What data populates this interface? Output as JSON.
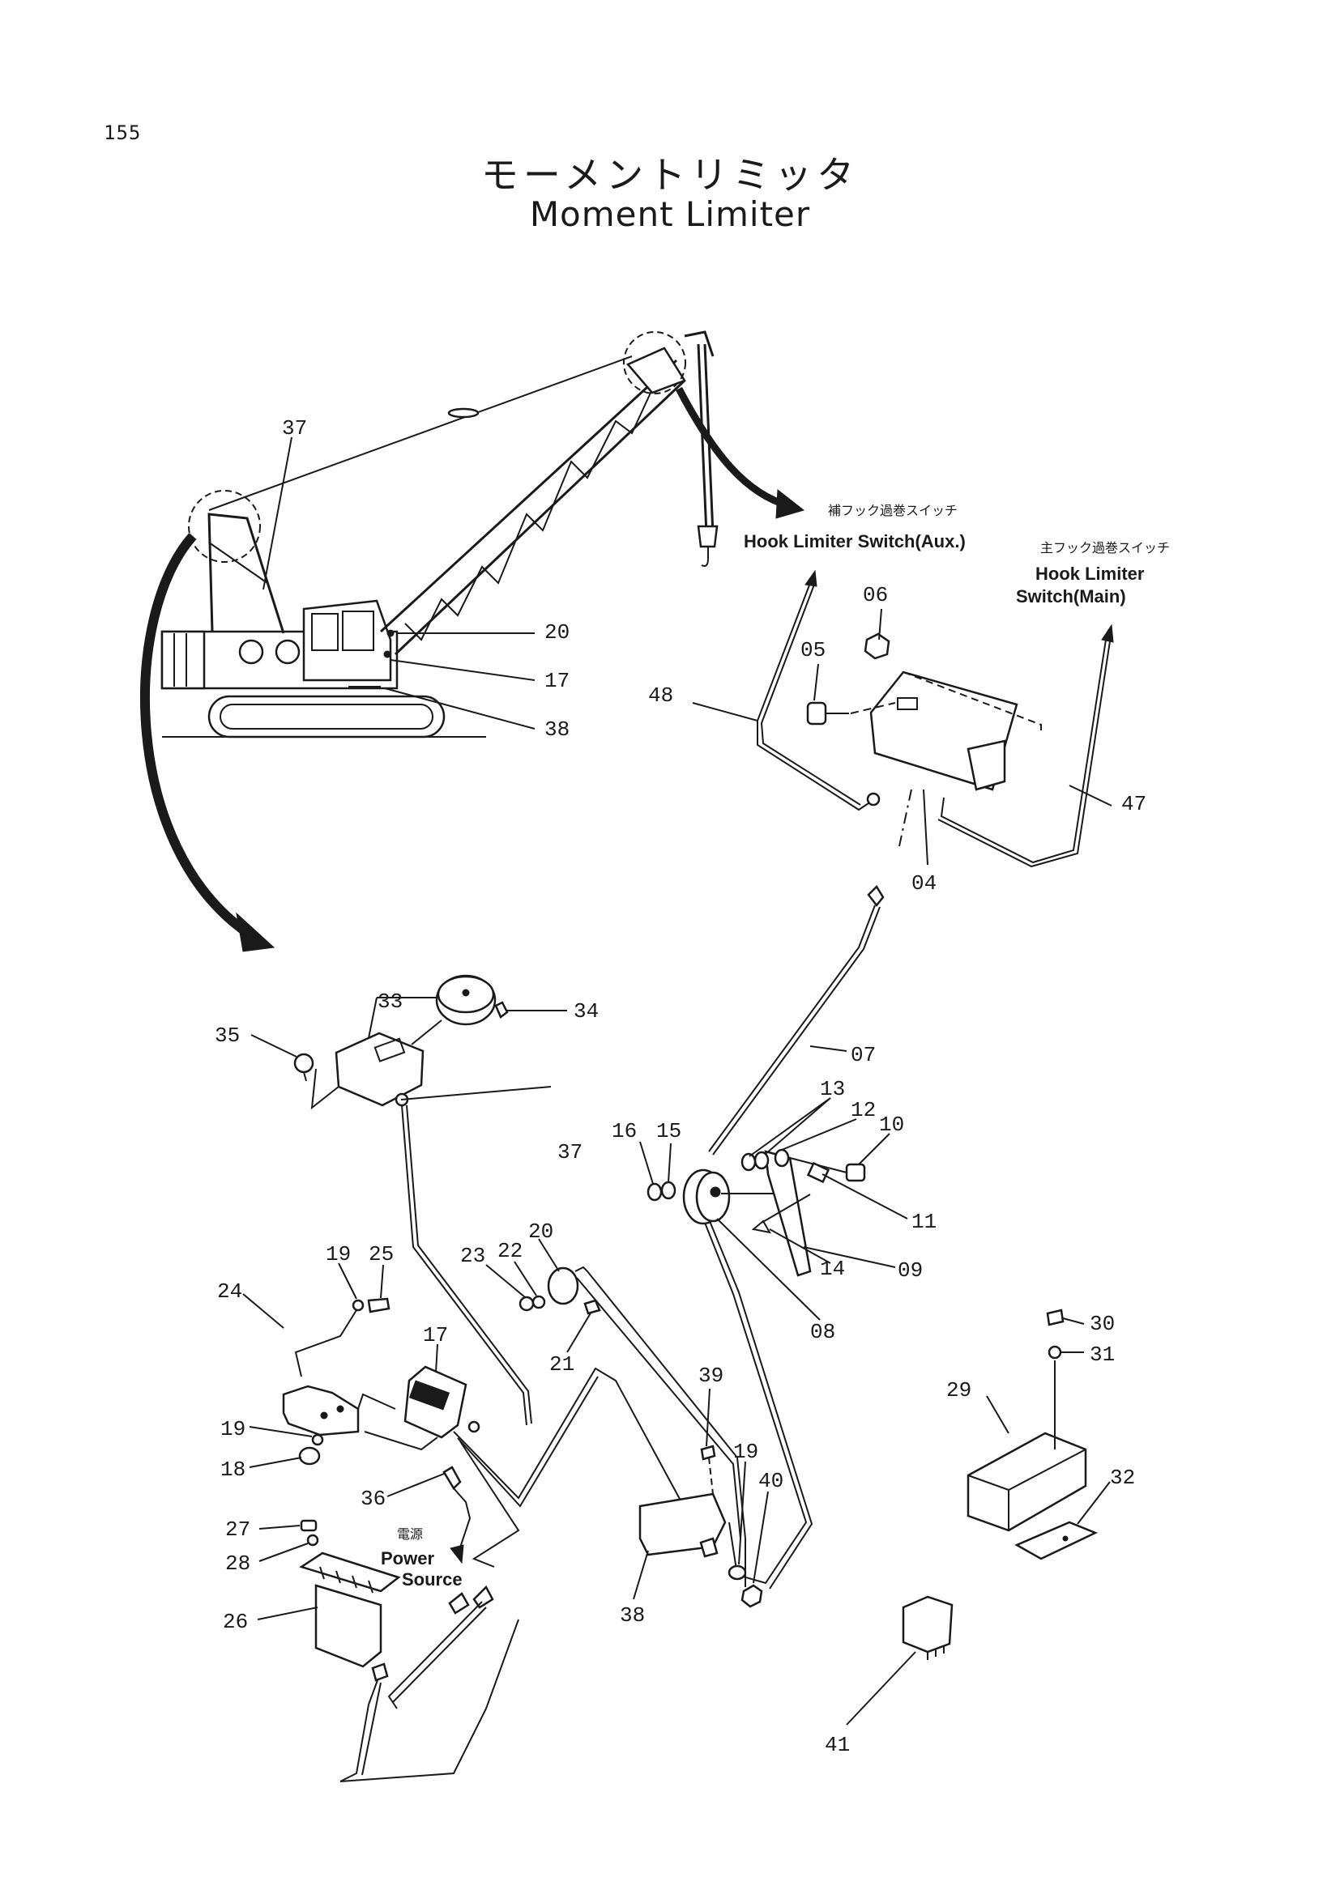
{
  "page": {
    "number": "155",
    "title_ja": "モーメントリミッタ",
    "title_en": "Moment Limiter"
  },
  "callouts": {
    "hook_aux_ja": "補フック過巻スイッチ",
    "hook_aux_en": "Hook Limiter Switch(Aux.)",
    "hook_main_ja": "主フック過巻スイッチ",
    "hook_main_en_1": "Hook Limiter",
    "hook_main_en_2": "Switch(Main)",
    "power_ja": "電源",
    "power_en_1": "Power",
    "power_en_2": "Source"
  },
  "parts": {
    "p04": "04",
    "p05": "05",
    "p06": "06",
    "p07": "07",
    "p08": "08",
    "p09": "09",
    "p10": "10",
    "p11": "11",
    "p12": "12",
    "p13": "13",
    "p14": "14",
    "p15": "15",
    "p16": "16",
    "p17a": "17",
    "p17b": "17",
    "p18": "18",
    "p19a": "19",
    "p19b": "19",
    "p19c": "19",
    "p20a": "20",
    "p20b": "20",
    "p21": "21",
    "p22": "22",
    "p23": "23",
    "p24": "24",
    "p25": "25",
    "p26": "26",
    "p27": "27",
    "p28": "28",
    "p29": "29",
    "p30": "30",
    "p31": "31",
    "p32": "32",
    "p33": "33",
    "p34": "34",
    "p35": "35",
    "p36": "36",
    "p37a": "37",
    "p37b": "37",
    "p38a": "38",
    "p38b": "38",
    "p39": "39",
    "p40": "40",
    "p41": "41",
    "p47": "47",
    "p48": "48"
  }
}
